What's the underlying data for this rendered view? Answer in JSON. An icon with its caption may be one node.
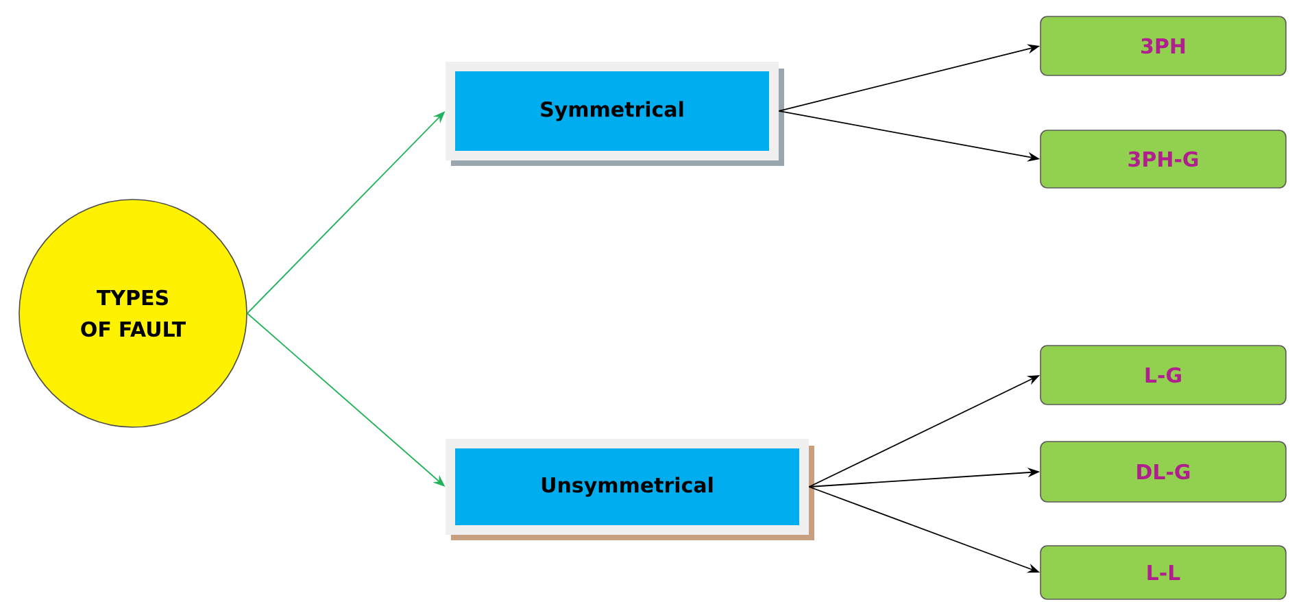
{
  "diagram": {
    "nodes": [
      {
        "text": [
          "TYPES OF FAULT"
        ]
      },
      {
        "text": [
          "Symmetrical"
        ]
      },
      {
        "text": [
          "Unsymmetrical"
        ]
      },
      {
        "text": [
          "3PH"
        ]
      },
      {
        "text": [
          "3PH-G"
        ]
      },
      {
        "text": [
          "L-G"
        ]
      },
      {
        "text": [
          "DL-G"
        ]
      },
      {
        "text": [
          "L-L"
        ]
      }
    ],
    "edges": [
      {
        "from": 0,
        "to": 1,
        "arrow": "to",
        "color": "#22b35a"
      },
      {
        "from": 0,
        "to": 2,
        "arrow": "to",
        "color": "#22b35a"
      },
      {
        "from": 1,
        "to": 3,
        "arrow": "to"
      },
      {
        "from": 1,
        "to": 4,
        "arrow": "to"
      },
      {
        "from": 2,
        "to": 5,
        "arrow": "to"
      },
      {
        "from": 2,
        "to": 6,
        "arrow": "to"
      },
      {
        "from": 2,
        "to": 7,
        "arrow": "to"
      }
    ]
  }
}
